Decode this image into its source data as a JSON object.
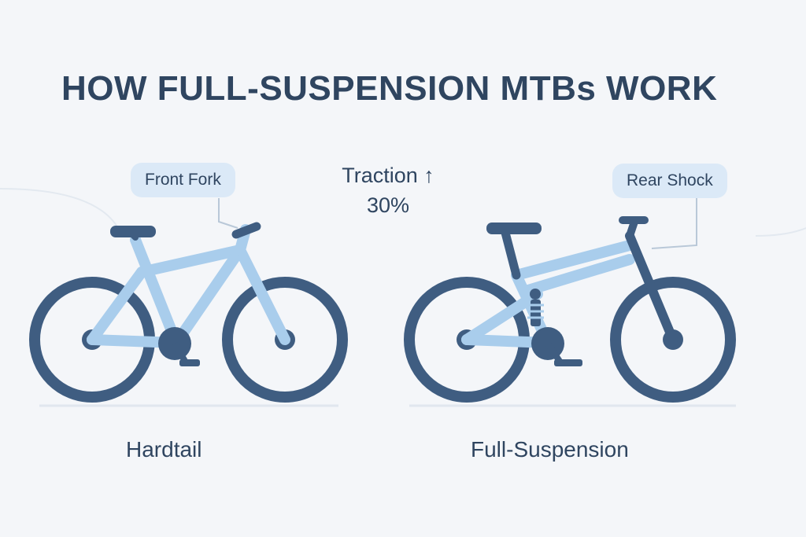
{
  "title": "HOW FULL-SUSPENSION MTBs WORK",
  "callouts": {
    "front_fork": "Front Fork",
    "rear_shock": "Rear Shock"
  },
  "stat": {
    "label": "Traction ↑",
    "value": "30%"
  },
  "bikes": {
    "hardtail": "Hardtail",
    "full_suspension": "Full-Suspension"
  },
  "colors": {
    "background": "#f4f6f9",
    "frame_light": "#a9cdec",
    "frame_dark": "#3f5d81",
    "wheel": "#3f5d81",
    "text": "#2f4560",
    "pill": "#dbe9f7"
  }
}
